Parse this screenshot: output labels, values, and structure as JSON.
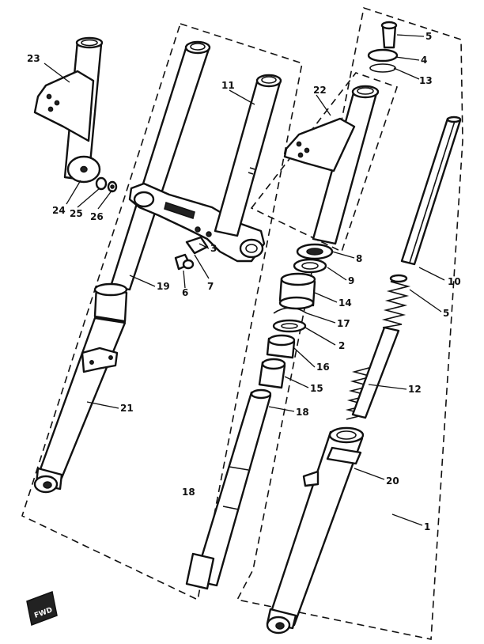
{
  "diagram": {
    "style": "exploded parts view, black line art on white",
    "colors": {
      "ink": "#111111",
      "paper": "#ffffff"
    },
    "callouts": [
      {
        "id": "c1",
        "label": "1"
      },
      {
        "id": "c2",
        "label": "2"
      },
      {
        "id": "c3",
        "label": "3"
      },
      {
        "id": "c4",
        "label": "4"
      },
      {
        "id": "c5a",
        "label": "5"
      },
      {
        "id": "c5b",
        "label": "5"
      },
      {
        "id": "c6",
        "label": "6"
      },
      {
        "id": "c7",
        "label": "7"
      },
      {
        "id": "c8",
        "label": "8"
      },
      {
        "id": "c9",
        "label": "9"
      },
      {
        "id": "c10",
        "label": "10"
      },
      {
        "id": "c11",
        "label": "11"
      },
      {
        "id": "c12",
        "label": "12"
      },
      {
        "id": "c13",
        "label": "13"
      },
      {
        "id": "c14",
        "label": "14"
      },
      {
        "id": "c15",
        "label": "15"
      },
      {
        "id": "c16",
        "label": "16"
      },
      {
        "id": "c17",
        "label": "17"
      },
      {
        "id": "c18a",
        "label": "18"
      },
      {
        "id": "c18b",
        "label": "18"
      },
      {
        "id": "c19",
        "label": "19"
      },
      {
        "id": "c20",
        "label": "20"
      },
      {
        "id": "c21",
        "label": "21"
      },
      {
        "id": "c22",
        "label": "22"
      },
      {
        "id": "c23",
        "label": "23"
      },
      {
        "id": "c24",
        "label": "24"
      },
      {
        "id": "c25",
        "label": "25"
      },
      {
        "id": "c26",
        "label": "26"
      }
    ],
    "direction_badge": "FWD"
  }
}
